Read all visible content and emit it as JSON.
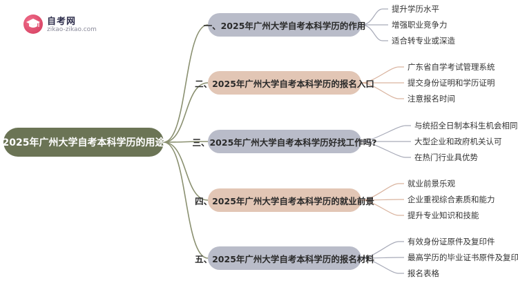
{
  "logo": {
    "name": "自考网",
    "url": "zikao-zikao.com",
    "icon": "graduation-cap-icon"
  },
  "root": {
    "label": "2025年广州大学自考本科学历的用途"
  },
  "branches": [
    {
      "label": "一、2025年广州大学自考本科学历的作用",
      "children": [
        "提升学历水平",
        "增强职业竞争力",
        "适合转专业或深造"
      ]
    },
    {
      "label": "二、2025年广州大学自考本科学历的报名入口",
      "children": [
        "广东省自学考试管理系统",
        "提交身份证明和学历证明",
        "注意报名时间"
      ]
    },
    {
      "label": "三、2025年广州大学自考本科学历好找工作吗?",
      "children": [
        "与统招全日制本科生机会相同",
        "大型企业和政府机关认可",
        "在热门行业具优势"
      ]
    },
    {
      "label": "四、2025年广州大学自考本科学历的就业前景",
      "children": [
        "就业前景乐观",
        "企业重视综合素质和能力",
        "提升专业知识和技能"
      ]
    },
    {
      "label": "五、2025年广州大学自考本科学历的报名材料",
      "children": [
        "有效身份证原件及复印件",
        "最高学历的毕业证书原件及复印件",
        "报名表格"
      ]
    }
  ],
  "colors": {
    "root": "#6b7455",
    "branch_gray": "#b9bcc9",
    "branch_tan": "#e2c6b5",
    "link_gray": "#a7aab8",
    "link_tan": "#d9b39e",
    "root_link": "#8a9070"
  }
}
